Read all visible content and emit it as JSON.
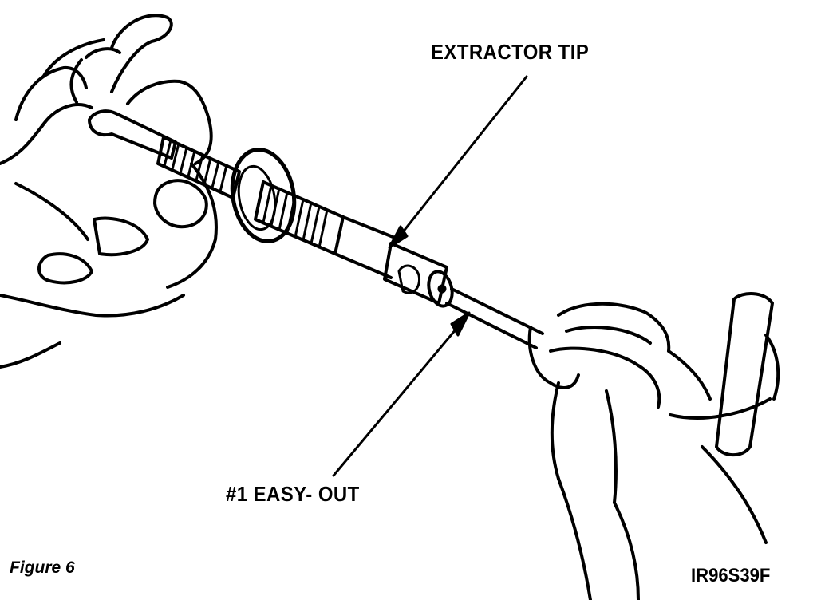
{
  "callouts": {
    "extractor_tip": "EXTRACTOR TIP",
    "easy_out": "#1 EASY- OUT"
  },
  "caption": {
    "figure": "Figure 6",
    "id": "IR96S39F"
  }
}
